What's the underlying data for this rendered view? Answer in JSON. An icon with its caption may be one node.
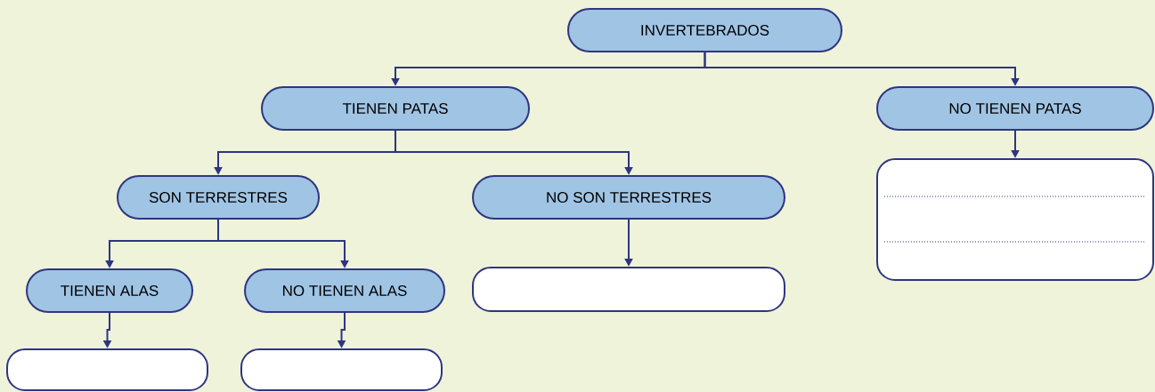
{
  "diagram": {
    "nodes": [
      {
        "text": [
          "INVERTEBRADOS"
        ]
      },
      {
        "text": [
          "TIENEN PATAS"
        ]
      },
      {
        "text": [
          "NO TIENEN PATAS"
        ]
      },
      {
        "text": [
          "SON TERRESTRES"
        ]
      },
      {
        "text": [
          "NO SON TERRESTRES"
        ]
      },
      {
        "text": [],
        "shape": "box"
      },
      {
        "text": [
          "TIENEN ALAS"
        ]
      },
      {
        "text": [
          "NO TIENEN ALAS"
        ]
      },
      {
        "text": [],
        "shape": "box"
      },
      {
        "text": [],
        "shape": "box"
      },
      {
        "text": [],
        "shape": "box"
      }
    ],
    "edges": [
      {
        "from": 0,
        "to": 1,
        "arrow": "to"
      },
      {
        "from": 0,
        "to": 2,
        "arrow": "to"
      },
      {
        "from": 1,
        "to": 3,
        "arrow": "to"
      },
      {
        "from": 1,
        "to": 4,
        "arrow": "to"
      },
      {
        "from": 2,
        "to": 5,
        "arrow": "to"
      },
      {
        "from": 3,
        "to": 6,
        "arrow": "to"
      },
      {
        "from": 3,
        "to": 7,
        "arrow": "to"
      },
      {
        "from": 4,
        "to": 8,
        "arrow": "to"
      },
      {
        "from": 6,
        "to": 9,
        "arrow": "to"
      },
      {
        "from": 7,
        "to": 10,
        "arrow": "to"
      }
    ]
  }
}
